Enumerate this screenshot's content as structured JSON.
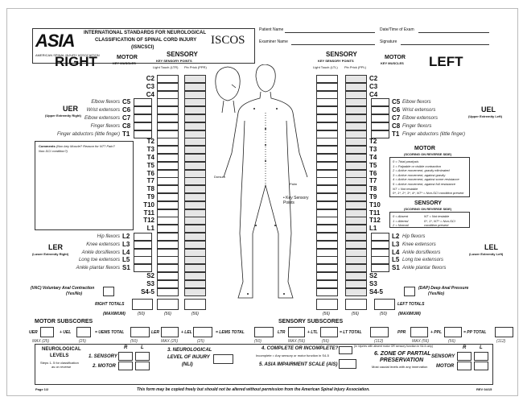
{
  "header": {
    "logo": "ASIA",
    "logo_sub": "AMERICAN SPINAL INJURY ASSOCIATION",
    "title1": "INTERNATIONAL STANDARDS FOR NEUROLOGICAL",
    "title2": "CLASSIFICATION OF SPINAL CORD INJURY",
    "title3": "(ISNCSCI)",
    "logo2": "ISCOS",
    "patient_name": "Patient Name",
    "date_time": "Date/Time of Exam",
    "examiner_name": "Examiner Name",
    "signature": "Signature"
  },
  "right": {
    "title": "RIGHT",
    "motor": "MOTOR",
    "key_muscles": "KEY MUSCLES",
    "sensory": "SENSORY",
    "key_sensory_points": "KEY SENSORY POINTS",
    "lt": "Light Touch (LTR)",
    "pp": "Pin Prick (PPR)",
    "uer": "UER",
    "uer_sub": "(Upper Extremity Right)",
    "ler": "LER",
    "ler_sub": "(Lower Extremity Right)",
    "vac": "(VAC) Voluntary Anal Contraction",
    "vac_yn": "(Yes/No)",
    "totals": "RIGHT TOTALS",
    "maximum": "(MAXIMUM)",
    "max": [
      "(50)",
      "(56)",
      "(56)"
    ]
  },
  "left": {
    "title": "LEFT",
    "motor": "MOTOR",
    "key_muscles": "KEY MUSCLES",
    "sensory": "SENSORY",
    "key_sensory_points": "KEY SENSORY POINTS",
    "lt": "Light Touch (LTL)",
    "pp": "Pin Prick (PPL)",
    "uel": "UEL",
    "uel_sub": "(Upper Extremity Left)",
    "lel": "LEL",
    "lel_sub": "(Lower Extremity Left)",
    "dap": "(DAP) Deep Anal Pressure",
    "dap_yn": "(Yes/No)",
    "totals": "LEFT TOTALS",
    "maximum": "(MAXIMUM)",
    "max": [
      "(56)",
      "(56)",
      "(50)"
    ]
  },
  "comments": {
    "label": "Comments",
    "hint": "(Non-key Muscle? Reason for NT? Pain?",
    "hint2": "Non-SCI condition?)"
  },
  "levels": [
    {
      "l": "C2"
    },
    {
      "l": "C3"
    },
    {
      "l": "C4"
    },
    {
      "l": "C5",
      "m": "Elbow flexors"
    },
    {
      "l": "C6",
      "m": "Wrist extensors"
    },
    {
      "l": "C7",
      "m": "Elbow extensors"
    },
    {
      "l": "C8",
      "m": "Finger flexors"
    },
    {
      "l": "T1",
      "m": "Finger abductors (little finger)"
    },
    {
      "l": "T2"
    },
    {
      "l": "T3"
    },
    {
      "l": "T4"
    },
    {
      "l": "T5"
    },
    {
      "l": "T6"
    },
    {
      "l": "T7"
    },
    {
      "l": "T8"
    },
    {
      "l": "T9"
    },
    {
      "l": "T10"
    },
    {
      "l": "T11"
    },
    {
      "l": "T12"
    },
    {
      "l": "L1"
    },
    {
      "l": "L2",
      "m": "Hip flexors"
    },
    {
      "l": "L3",
      "m": "Knee extensors"
    },
    {
      "l": "L4",
      "m": "Ankle dorsiflexors"
    },
    {
      "l": "L5",
      "m": "Long toe extensors"
    },
    {
      "l": "S1",
      "m": "Ankle plantar flexors"
    },
    {
      "l": "S2"
    },
    {
      "l": "S3"
    },
    {
      "l": "S4-5"
    }
  ],
  "body": {
    "palm": "Palm",
    "dorsum": "Dorsum",
    "key_points": "• Key Sensory Points"
  },
  "motor_scoring": {
    "title": "MOTOR",
    "sub": "(SCORING ON REVERSE SIDE)",
    "items": [
      "0 = Total paralysis",
      "1 = Palpable or visible contraction",
      "2 = Active movement, gravity eliminated",
      "3 = Active movement, against gravity",
      "4 = Active movement, against some resistance",
      "5 = Active movement, against full resistance",
      "NT = Not testable",
      "0*, 1*, 2*, 3*, 4*, NT* = Non-SCI condition present"
    ]
  },
  "sensory_scoring": {
    "title": "SENSORY",
    "sub": "(SCORING ON REVERSE SIDE)",
    "items": [
      "0 = Absent",
      "1 = Altered",
      "2 = Normal",
      "NT = Not testable",
      "0*, 1*, NT* = Non-SCI",
      "condition present"
    ]
  },
  "motor_subscores": {
    "title": "MOTOR SUBSCORES",
    "uer": "UER",
    "uel": "+ UEL",
    "uems": "= UEMS TOTAL",
    "ler": "LER",
    "lel": "+ LEL",
    "lems": "= LEMS TOTAL",
    "max": "MAX (25)",
    "m25": "(25)",
    "m50": "(50)"
  },
  "sensory_subscores": {
    "title": "SENSORY SUBSCORES",
    "ltr": "LTR",
    "ltl": "+ LTL",
    "lt": "= LT TOTAL",
    "ppr": "PPR",
    "ppl": "+ PPL",
    "pp": "= PP TOTAL",
    "max": "MAX (56)",
    "m56": "(56)",
    "m112": "(112)"
  },
  "neuro": {
    "title1": "NEUROLOGICAL",
    "title2": "LEVELS",
    "steps": "Steps 1- 5 for classification",
    "steps2": "as on reverse",
    "r": "R",
    "l": "L",
    "sensory": "1. SENSORY",
    "motor": "2. MOTOR",
    "nli1": "3. NEUROLOGICAL",
    "nli2": "LEVEL OF INJURY",
    "nli3": "(NLI)",
    "complete": "4. COMPLETE OR INCOMPLETE?",
    "complete_hint": "Incomplete = Any sensory or motor function in S4-5",
    "ais": "5. ASIA IMPAIRMENT SCALE (AIS)",
    "zpp_hint": "(In injuries with absent motor OR sensory function in S4-5 only)",
    "zpp1": "6. ZONE OF PARTIAL",
    "zpp2": "PRESERVATION",
    "zpp3": "Most caudal levels with any innervation",
    "zsens": "SENSORY",
    "zmotor": "MOTOR"
  },
  "footer": {
    "page": "Page 1/2",
    "text": "This form may be copied freely but should not be altered without permission from the American Spinal Injury Association.",
    "rev": "REV 04/15"
  }
}
